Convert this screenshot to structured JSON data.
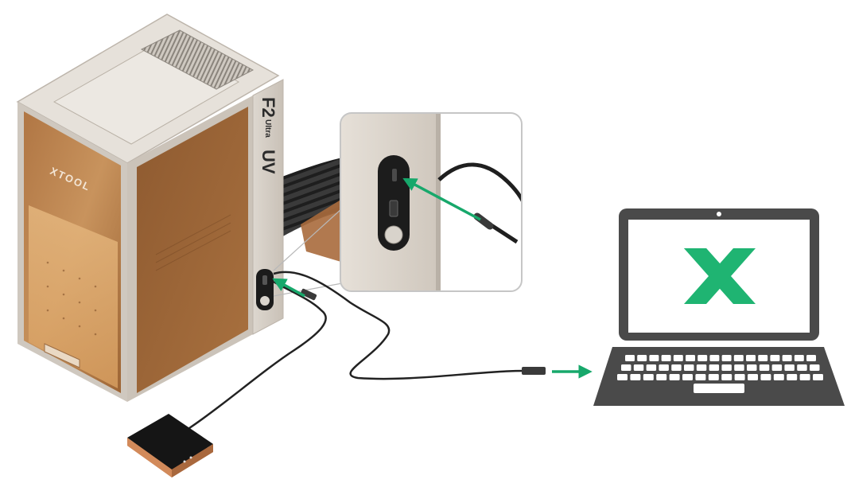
{
  "device": {
    "brand": "XTOOL",
    "model": "F2",
    "model_sub": "Ultra",
    "variant": "UV"
  },
  "colors": {
    "arrow": "#17a86b",
    "logo": "#1fb472",
    "laptop": "#4a4a4a",
    "cabinet_frame": "#cfc8bf",
    "cabinet_glass": "#a0693b",
    "cable": "#222222",
    "footswitch_top": "#151515",
    "footswitch_edge": "#c27b4e"
  },
  "icons": [
    "usb-port-icon",
    "power-button-icon",
    "xtool-logo-icon",
    "webcam-icon"
  ]
}
